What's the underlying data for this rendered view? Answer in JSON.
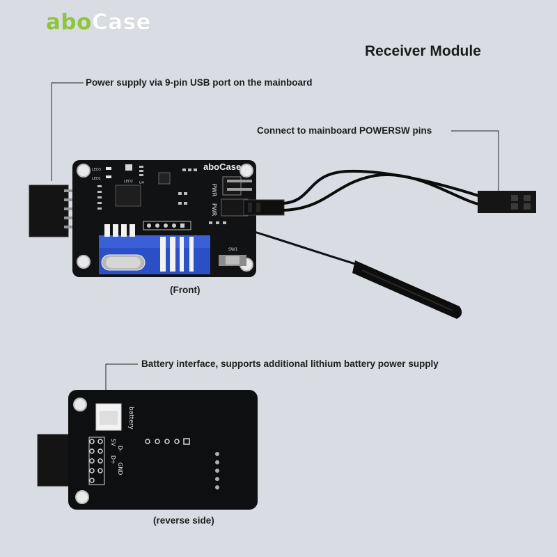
{
  "brand": {
    "part1": "abo",
    "part2": "Case"
  },
  "title": "Receiver Module",
  "callouts": {
    "power_usb": "Power supply via 9-pin USB port on the mainboard",
    "powersw": "Connect to mainboard POWERSW pins",
    "battery": "Battery interface, supports additional lithium battery power supply"
  },
  "captions": {
    "front": "(Front)",
    "reverse": "(reverse side)"
  },
  "board_front": {
    "logo": "aboCase",
    "pwr_label_1": "PWR",
    "pwr_label_2": "PWR",
    "sw_label": "SW1",
    "chip_label": "U4",
    "led_labels": [
      "LED3",
      "LED1",
      "LED2"
    ]
  },
  "board_back": {
    "battery_label": "battery",
    "pin_labels": [
      "5V",
      "D-",
      "D+",
      "GND"
    ]
  },
  "colors": {
    "background": "#d9dde3",
    "pcb": "#111214",
    "brand_green": "#8dc63f",
    "wireless_module": "#2b4fc4"
  }
}
